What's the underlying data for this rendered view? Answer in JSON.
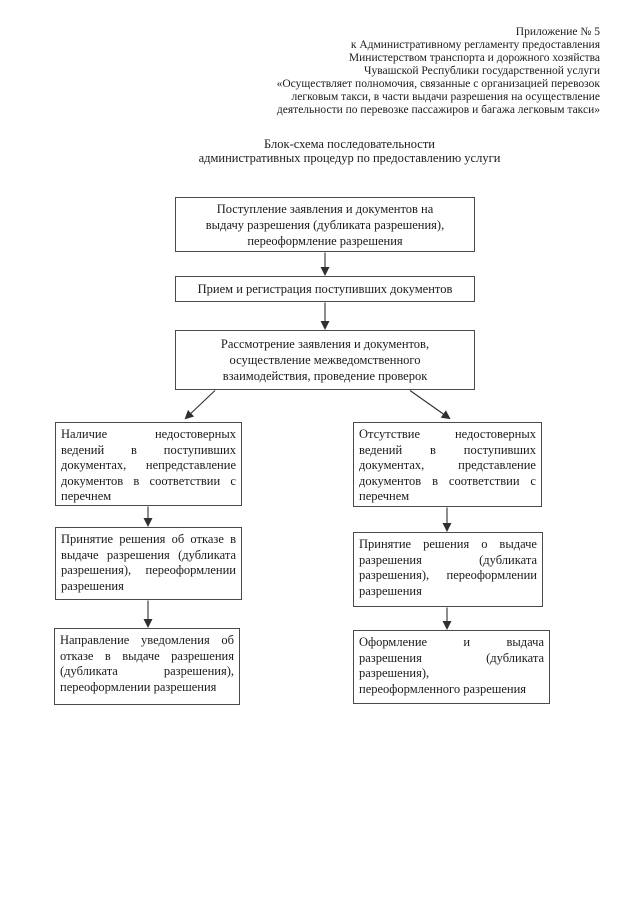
{
  "page": {
    "background": "#ffffff",
    "text_color": "#1b1b1b",
    "border_color": "#4a4a4a",
    "arrow_color": "#303030"
  },
  "header": {
    "lines": [
      "Приложение № 5",
      "к Административному регламенту предоставления",
      "Министерством транспорта и дорожного хозяйства",
      "Чувашской Республики государственной услуги",
      "«Осуществляет полномочия, связанные с организацией перевозок",
      "легковым такси, в части выдачи разрешения на осуществление",
      "деятельности по перевозке пассажиров и багажа легковым такси»"
    ]
  },
  "title": {
    "lines": [
      "Блок-схема последовательности",
      "административных процедур по предоставлению услуги"
    ]
  },
  "flowchart": {
    "nodes": {
      "intake": {
        "lines": [
          "Поступление заявления и документов на",
          "выдачу разрешения (дубликата разрешения),",
          "переоформление разрешения"
        ]
      },
      "registration": {
        "lines": [
          "Прием и регистрация поступивших документов"
        ]
      },
      "review": {
        "lines": [
          "Рассмотрение заявления и документов,",
          "осуществление межведомственного",
          "взаимодействия, проведение проверок"
        ]
      },
      "left_refusal_grounds": {
        "lines": [
          "Наличие недостоверных",
          "ведений в поступивших",
          "документах, непредставление",
          "документов в соответствии с",
          "перечнем"
        ]
      },
      "right_approval_grounds": {
        "lines": [
          "Отсутствие недостоверных",
          "ведений в поступивших",
          "документах, представление",
          "документов в соответствии с",
          "перечнем"
        ]
      },
      "left_refusal_decision": {
        "lines": [
          "Принятие решения об отказе в",
          "выдаче разрешения (дубликата",
          "разрешения), переоформлении",
          "разрешения"
        ]
      },
      "right_issue_decision": {
        "lines": [
          "Принятие решения о выдаче",
          "разрешения (дубликата",
          "разрешения), переоформлении",
          "разрешения"
        ]
      },
      "left_refusal_notice": {
        "lines": [
          "Направление уведомления об",
          "отказе в выдаче разрешения",
          "(дубликата разрешения),",
          "переоформлении разрешения"
        ]
      },
      "right_permit_issue": {
        "lines": [
          "Оформление и выдача",
          "разрешения (дубликата",
          "разрешения),",
          "переоформленного разрешения"
        ]
      }
    }
  }
}
